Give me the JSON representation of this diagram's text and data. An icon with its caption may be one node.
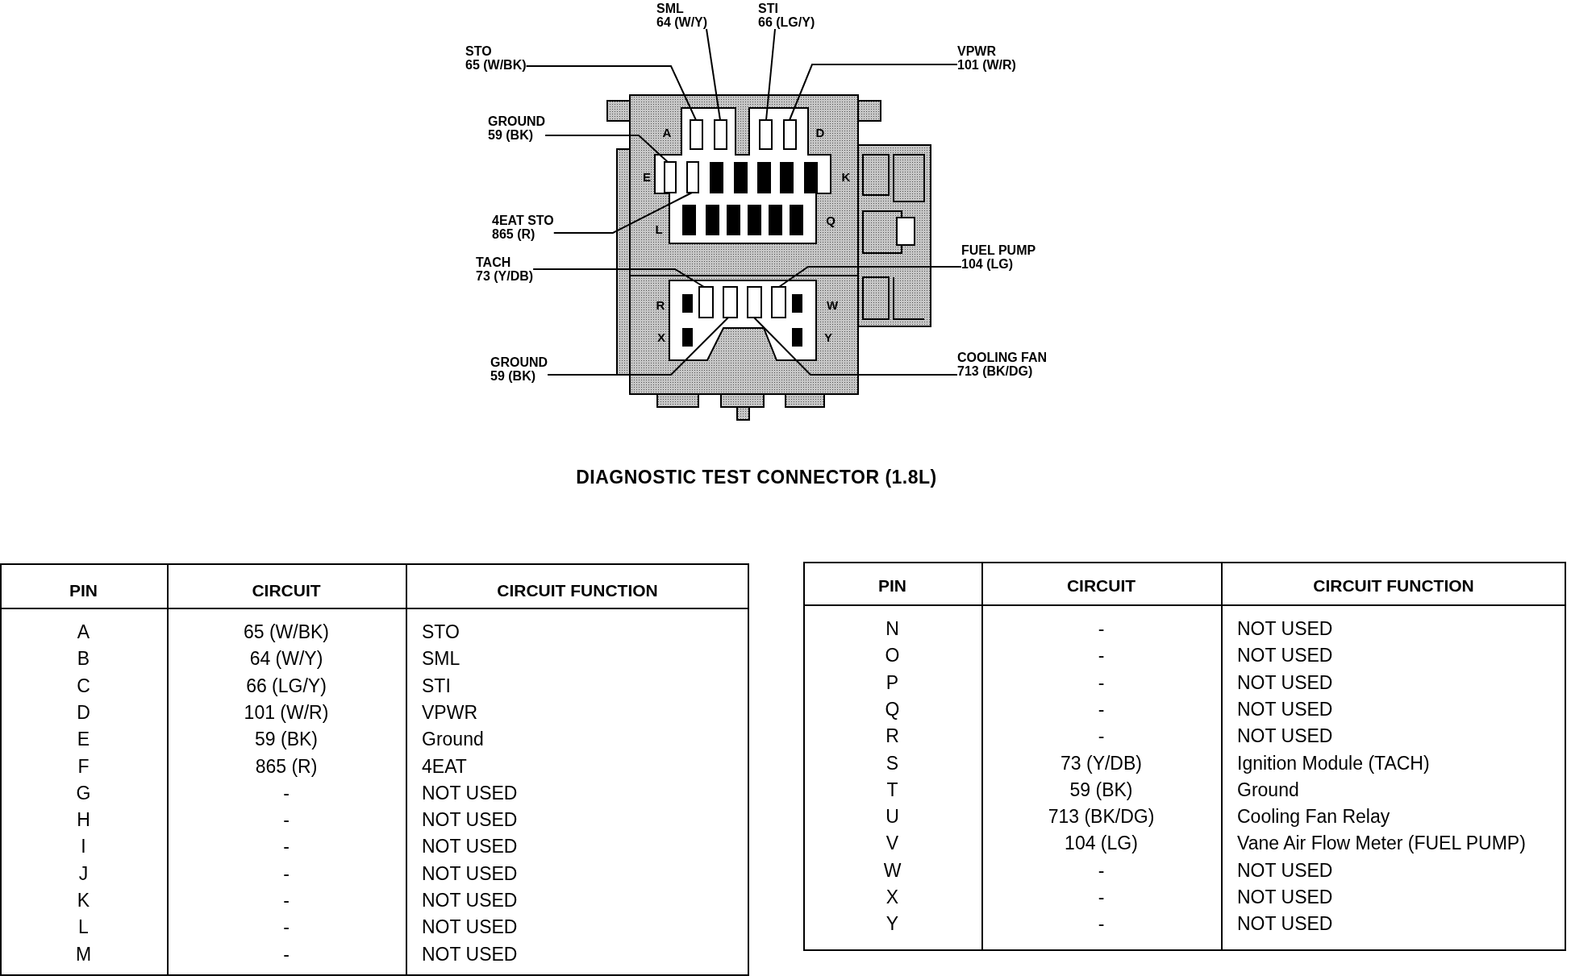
{
  "diagram": {
    "title": "DIAGNOSTIC TEST CONNECTOR (1.8L)",
    "nodes": [
      {
        "text": [
          "SML",
          "64 (W/Y)"
        ]
      },
      {
        "text": [
          "STI",
          "66 (LG/Y)"
        ]
      },
      {
        "text": [
          "STO",
          "65 (W/BK)"
        ]
      },
      {
        "text": [
          "VPWR",
          "101 (W/R)"
        ]
      },
      {
        "text": [
          "GROUND",
          "59 (BK)"
        ]
      },
      {
        "text": [
          "4EAT STO",
          "865 (R)"
        ]
      },
      {
        "text": [
          "TACH",
          "73 (Y/DB)"
        ]
      },
      {
        "text": [
          "FUEL PUMP",
          "104 (LG)"
        ]
      },
      {
        "text": [
          "GROUND",
          "59 (BK)"
        ]
      },
      {
        "text": [
          "COOLING FAN",
          "713 (BK/DG)"
        ]
      },
      {
        "text": [],
        "shape": "box"
      },
      {
        "text": [],
        "shape": "box"
      },
      {
        "text": [],
        "shape": "box"
      },
      {
        "text": [],
        "shape": "box"
      },
      {
        "text": [],
        "shape": "box"
      },
      {
        "text": [],
        "shape": "box"
      },
      {
        "text": [],
        "shape": "box"
      },
      {
        "text": [],
        "shape": "box"
      },
      {
        "text": [],
        "shape": "box"
      },
      {
        "text": [],
        "shape": "box"
      }
    ],
    "edges": [
      {
        "from": 0,
        "to": 11,
        "arrow": "none"
      },
      {
        "from": 1,
        "to": 12,
        "arrow": "none"
      },
      {
        "from": 2,
        "to": 10,
        "arrow": "none"
      },
      {
        "from": 3,
        "to": 13,
        "arrow": "none"
      },
      {
        "from": 4,
        "to": 14,
        "arrow": "none"
      },
      {
        "from": 5,
        "to": 15,
        "arrow": "none"
      },
      {
        "from": 6,
        "to": 16,
        "arrow": "none"
      },
      {
        "from": 7,
        "to": 19,
        "arrow": "none"
      },
      {
        "from": 8,
        "to": 17,
        "arrow": "none"
      },
      {
        "from": 9,
        "to": 18,
        "arrow": "none"
      }
    ],
    "labels": [
      "A",
      "D",
      "E",
      "K",
      "Q",
      "L",
      "R",
      "W",
      "X",
      "Y",
      "PIN",
      "CIRCUIT",
      "CIRCUIT FUNCTION",
      "A",
      "65 (W/BK)",
      "STO",
      "B",
      "64 (W/Y)",
      "SML",
      "C",
      "66 (LG/Y)",
      "STI",
      "D",
      "101 (W/R)",
      "VPWR",
      "E",
      "59 (BK)",
      "Ground",
      "F",
      "865 (R)",
      "4EAT",
      "G",
      "-",
      "NOT USED",
      "H",
      "-",
      "NOT USED",
      "I",
      "-",
      "NOT USED",
      "J",
      "-",
      "NOT USED",
      "K",
      "-",
      "NOT USED",
      "L",
      "-",
      "NOT USED",
      "M",
      "-",
      "NOT USED",
      "PIN",
      "CIRCUIT",
      "CIRCUIT FUNCTION",
      "N",
      "-",
      "NOT USED",
      "O",
      "-",
      "NOT USED",
      "P",
      "-",
      "NOT USED",
      "Q",
      "-",
      "NOT USED",
      "R",
      "-",
      "NOT USED",
      "S",
      "73 (Y/DB)",
      "Ignition Module (TACH)",
      "T",
      "59 (BK)",
      "Ground",
      "U",
      "713 (BK/DG)",
      "Cooling Fan Relay",
      "V",
      "104 (LG)",
      "Vane Air Flow Meter (FUEL PUMP)",
      "W",
      "-",
      "NOT USED",
      "X",
      "-",
      "NOT USED",
      "Y",
      "-",
      "NOT USED"
    ]
  }
}
